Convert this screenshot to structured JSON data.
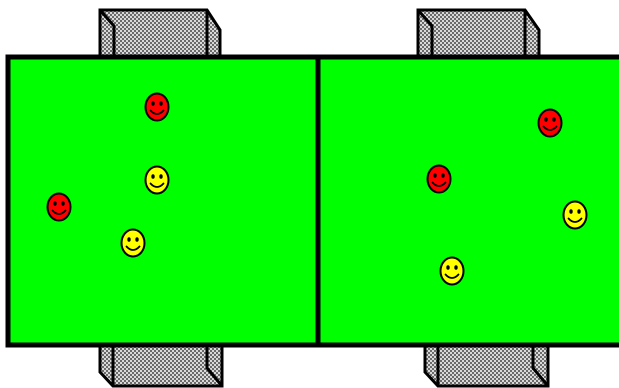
{
  "colors": {
    "field": "#00ff00",
    "lines": "#000000",
    "goal_net_light": "#d9d9d9",
    "goal_net_dark": "#6a6a6a",
    "red_player": "#ff0000",
    "yellow_player": "#ffff00",
    "background": "#ffffff"
  },
  "icons": {
    "player": "smiley-face-icon",
    "goal": "goal-net-icon"
  },
  "teams": [
    "red",
    "yellow"
  ],
  "pitches": [
    {
      "name": "left-pitch",
      "players": [
        {
          "team": "red"
        },
        {
          "team": "yellow"
        },
        {
          "team": "red"
        },
        {
          "team": "yellow"
        }
      ]
    },
    {
      "name": "right-pitch",
      "players": [
        {
          "team": "red"
        },
        {
          "team": "red"
        },
        {
          "team": "yellow"
        },
        {
          "team": "yellow"
        }
      ]
    }
  ]
}
